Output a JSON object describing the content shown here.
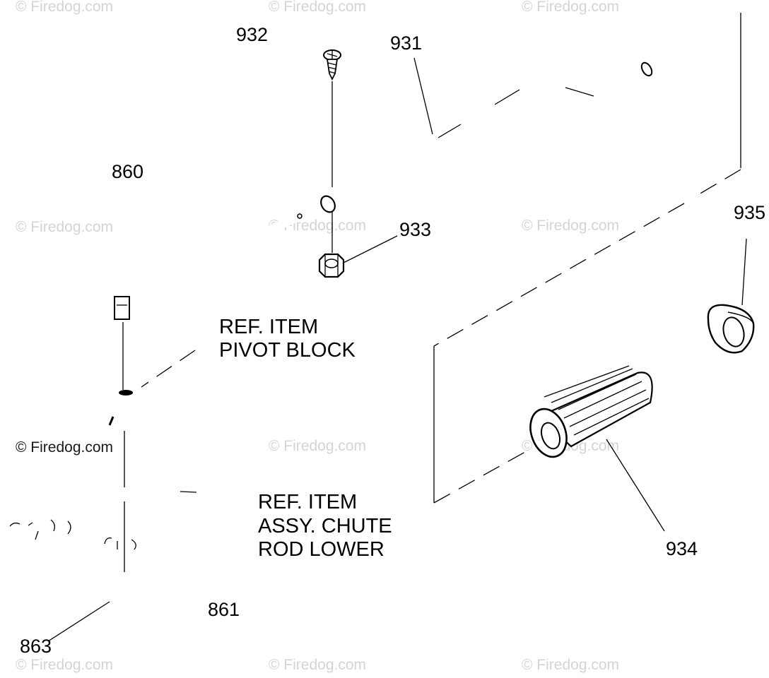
{
  "watermark": {
    "text": "© Firedog.com"
  },
  "callouts": {
    "p932": "932",
    "p931": "931",
    "p860": "860",
    "p933": "933",
    "p935": "935",
    "p934": "934",
    "p861": "861",
    "p863": "863"
  },
  "ref_pivot_block": {
    "line1": "REF. ITEM",
    "line2": "PIVOT BLOCK"
  },
  "ref_chute_rod": {
    "line1": "REF. ITEM",
    "line2": "ASSY. CHUTE",
    "line3": "ROD LOWER"
  }
}
